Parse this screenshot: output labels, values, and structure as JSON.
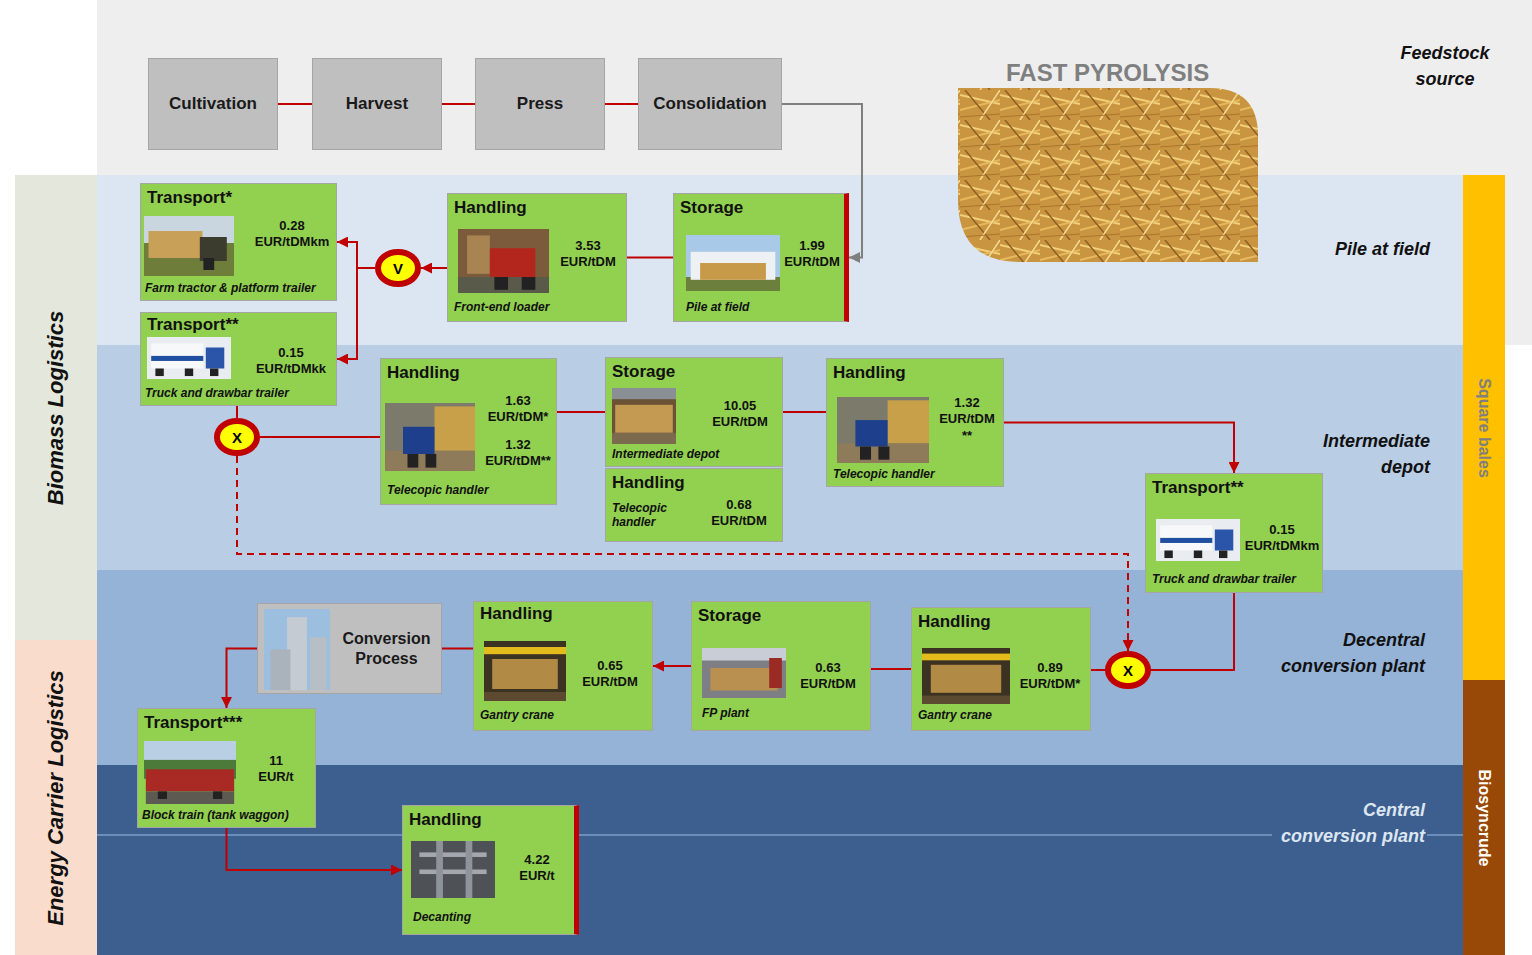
{
  "diagram": {
    "nodes": [
      {
        "text": [
          "Feedstock source"
        ]
      },
      {
        "text": [
          "Cultivation"
        ],
        "in": 0
      },
      {
        "text": [
          "Harvest"
        ],
        "in": 0
      },
      {
        "text": [
          "Press"
        ],
        "in": 0
      },
      {
        "text": [
          "Consolidation"
        ],
        "in": 0
      },
      {
        "text": [
          "Pile at field"
        ]
      },
      {
        "text": [
          "Transport*",
          "0.28 EUR/tDMkm",
          "Farm tractor & platform trailer"
        ],
        "in": 5
      },
      {
        "text": [
          "V"
        ],
        "in": 5
      },
      {
        "text": [
          "Handling",
          "3.53 EUR/tDM",
          "Front-end loader"
        ],
        "in": 5
      },
      {
        "text": [
          "Storage",
          "1.99 EUR/tDM",
          "Pile at field"
        ],
        "in": 5
      },
      {
        "text": [
          "Transport**",
          "0.15 EUR/tDMkk",
          "Truck and drawbar trailer"
        ]
      },
      {
        "text": [
          "Intermediate depot"
        ]
      },
      {
        "text": [
          "X"
        ],
        "in": 11
      },
      {
        "text": [
          "Handling",
          "1.63 EUR/tDM*",
          "1.32 EUR/tDM**",
          "Telecopic handler"
        ],
        "in": 11
      },
      {
        "text": [
          "Storage",
          "10.05 EUR/tDM",
          "Intermediate depot"
        ],
        "in": 11
      },
      {
        "text": [
          "Handling",
          "Telecopic handler",
          "0.68 EUR/tDM"
        ],
        "in": 11
      },
      {
        "text": [
          "Handling",
          "1.32 EUR/tDM **",
          "Telecopic handler"
        ],
        "in": 11
      },
      {
        "text": [
          "Transport**",
          "0.15 EUR/tDMkm",
          "Truck and drawbar trailer"
        ]
      },
      {
        "text": [
          "Decentral conversion plant"
        ]
      },
      {
        "text": [
          "Conversion Process"
        ],
        "in": 18
      },
      {
        "text": [
          "Handling",
          "0.65 EUR/tDM",
          "Gantry crane"
        ],
        "in": 18
      },
      {
        "text": [
          "Storage",
          "0.63 EUR/tDM",
          "FP plant"
        ],
        "in": 18
      },
      {
        "text": [
          "Handling",
          "0.89 EUR/tDM*",
          "Gantry crane"
        ],
        "in": 18
      },
      {
        "text": [
          "X"
        ],
        "in": 18
      },
      {
        "text": [
          "Transport***",
          "11 EUR/t",
          "Block train (tank waggon)"
        ]
      },
      {
        "text": [
          "Central conversion plant"
        ]
      },
      {
        "text": [
          "Handling",
          "4.22 EUR/t",
          "Decanting"
        ],
        "in": 25
      },
      {
        "text": [
          "Biomass Logistics"
        ]
      },
      {
        "text": [
          "Energy Carrier Logistics"
        ]
      },
      {
        "text": [
          "Square bales"
        ]
      },
      {
        "text": [
          "Biosyncrude"
        ]
      }
    ],
    "edges": [
      {
        "from": 1,
        "to": 2,
        "arrow": "none"
      },
      {
        "from": 2,
        "to": 3,
        "arrow": "none"
      },
      {
        "from": 3,
        "to": 4,
        "arrow": "none"
      },
      {
        "from": 4,
        "to": 9,
        "arrow": "to"
      },
      {
        "from": 9,
        "to": 8,
        "arrow": "none"
      },
      {
        "from": 8,
        "to": 7,
        "arrow": "to"
      },
      {
        "from": 7,
        "to": 6,
        "arrow": "to"
      },
      {
        "from": 7,
        "to": 10,
        "arrow": "to"
      },
      {
        "from": 10,
        "to": 12,
        "arrow": "none"
      },
      {
        "from": 12,
        "to": 13,
        "arrow": "none"
      },
      {
        "from": 13,
        "to": 14,
        "arrow": "none"
      },
      {
        "from": 14,
        "to": 16,
        "arrow": "none"
      },
      {
        "from": 16,
        "to": 17,
        "arrow": "to"
      },
      {
        "from": 12,
        "to": 23,
        "arrow": "to"
      },
      {
        "from": 17,
        "to": 23,
        "arrow": "none"
      },
      {
        "from": 23,
        "to": 22,
        "arrow": "none"
      },
      {
        "from": 22,
        "to": 21,
        "arrow": "none"
      },
      {
        "from": 21,
        "to": 20,
        "arrow": "to"
      },
      {
        "from": 20,
        "to": 19,
        "arrow": "none"
      },
      {
        "from": 19,
        "to": 24,
        "arrow": "to"
      },
      {
        "from": 24,
        "to": 26,
        "arrow": "to"
      }
    ],
    "labels": [
      "FAST PYROLYSIS"
    ]
  }
}
